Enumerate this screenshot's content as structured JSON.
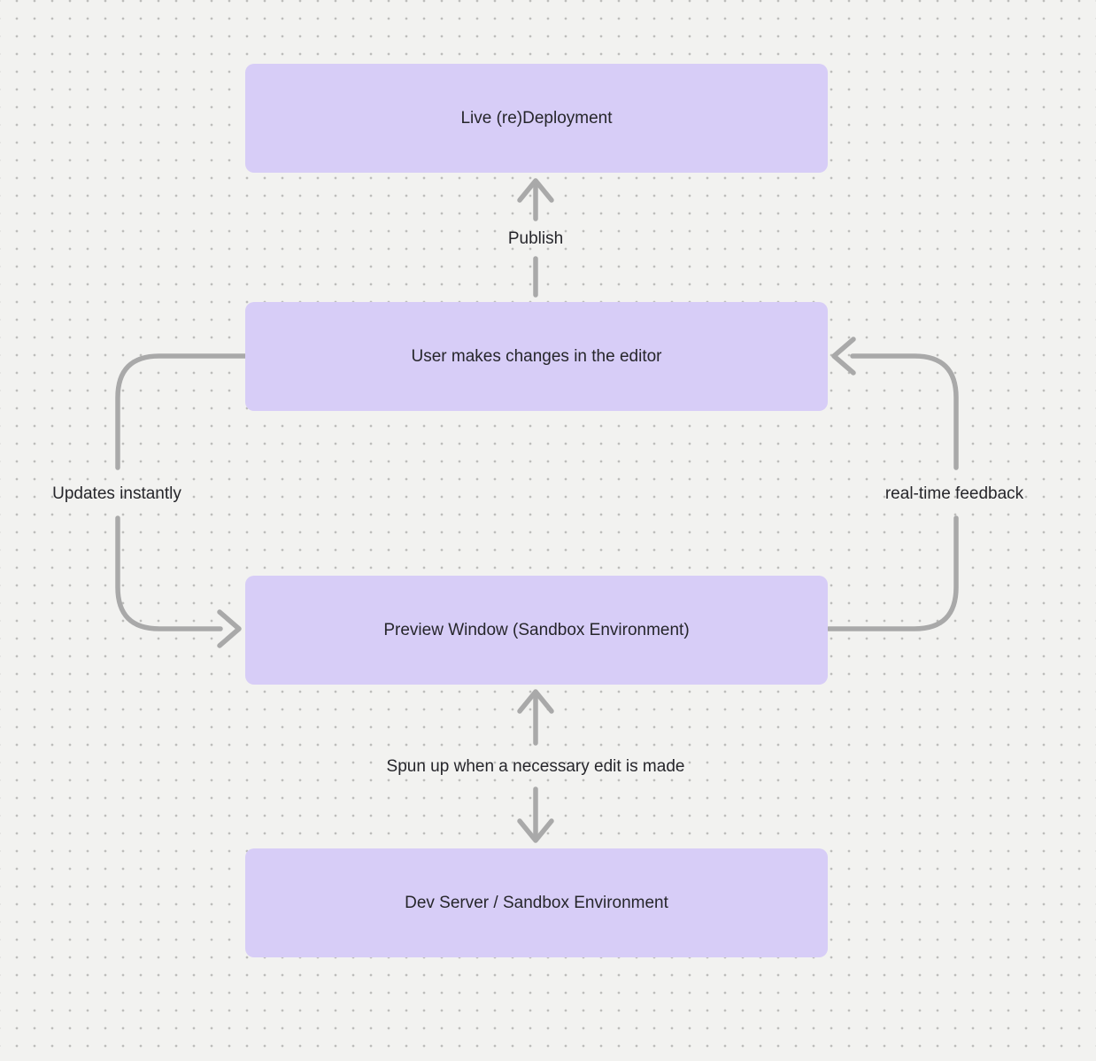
{
  "diagram": {
    "background_color": "#f2f2f0",
    "node_fill_color": "#d7cdf7",
    "arrow_color": "#a9a9a9",
    "text_color": "#26262b"
  },
  "nodes": [
    {
      "id": "live-redeployment",
      "label": "Live (re)Deployment"
    },
    {
      "id": "user-editor",
      "label": "User makes changes in the editor"
    },
    {
      "id": "preview-window",
      "label": "Preview Window (Sandbox Environment)"
    },
    {
      "id": "dev-server",
      "label": "Dev Server / Sandbox Environment"
    }
  ],
  "edges": [
    {
      "id": "publish",
      "label": "Publish",
      "from": "user-editor",
      "to": "live-redeployment",
      "arrow_direction": "up"
    },
    {
      "id": "updates-instantly",
      "label": "Updates instantly",
      "from": "user-editor",
      "to": "preview-window",
      "arrow_direction": "left-loop-down"
    },
    {
      "id": "real-time-feedback",
      "label": "real-time feedback",
      "from": "preview-window",
      "to": "user-editor",
      "arrow_direction": "right-loop-up"
    },
    {
      "id": "spun-up",
      "label": "Spun up when a necessary edit is made",
      "from": "dev-server",
      "to": "preview-window",
      "arrow_direction": "both"
    }
  ]
}
